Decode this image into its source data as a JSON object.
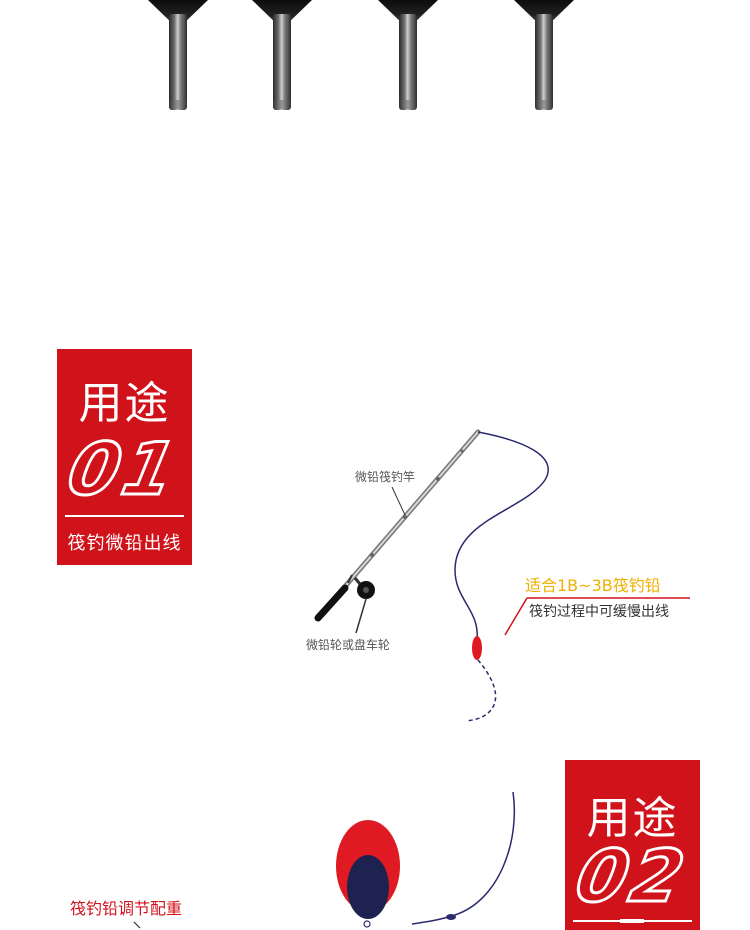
{
  "usage1": {
    "title": "用途",
    "number": "01",
    "subtitle": "筏钓微铅出线"
  },
  "diagram1": {
    "rod_label": "微铅筏钓竿",
    "reel_label": "微铅轮或盘车轮",
    "fit_label": "适合1B~3B筏钓铅",
    "desc_label": "筏钓过程中可缓慢出线"
  },
  "usage2": {
    "title": "用途",
    "number": "02"
  },
  "diagram2": {
    "adjust_label": "筏钓铅调节配重"
  },
  "colors": {
    "brand_red": "#d0121b",
    "accent_yellow": "#f0b000",
    "line_navy": "#2b2a6e"
  }
}
